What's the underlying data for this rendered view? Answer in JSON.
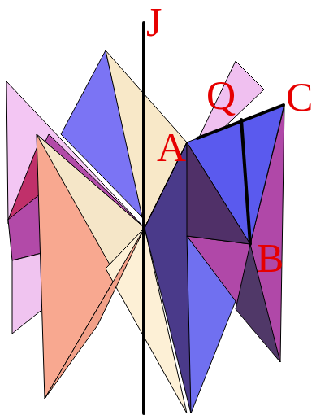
{
  "diagram": {
    "labels": [
      "J",
      "A",
      "Q",
      "C",
      "B"
    ]
  }
}
